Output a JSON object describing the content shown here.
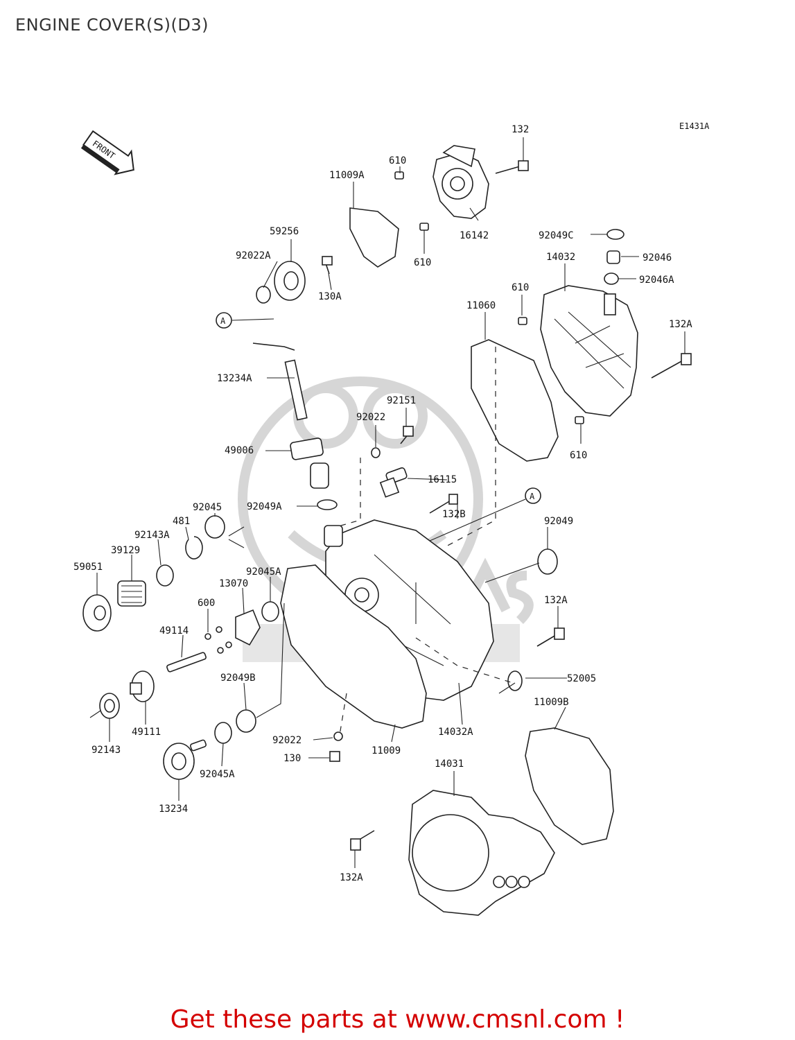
{
  "page": {
    "title": "ENGINE COVER(S)(D3)"
  },
  "diagram": {
    "ref_code": "E1431A",
    "front_label": "FRONT",
    "callout_a": "A",
    "parts": {
      "p132_top": "132",
      "p610_a": "610",
      "p11009A": "11009A",
      "p16142": "16142",
      "p610_b": "610",
      "p59256": "59256",
      "p92022A": "92022A",
      "p130A": "130A",
      "p92049C": "92049C",
      "p92046": "92046",
      "p92046A": "92046A",
      "p14032": "14032",
      "p610_c": "610",
      "p11060": "11060",
      "p132A_a": "132A",
      "p13234A": "13234A",
      "p92151": "92151",
      "p92022_a": "92022",
      "p49006": "49006",
      "p610_d": "610",
      "p16115": "16115",
      "p92045": "92045",
      "p92049A": "92049A",
      "p481": "481",
      "p92143A": "92143A",
      "p39129": "39129",
      "p132B": "132B",
      "p92049": "92049",
      "p59051": "59051",
      "p92045A_a": "92045A",
      "p13070": "13070",
      "p600": "600",
      "p132A_b": "132A",
      "p49114": "49114",
      "p92049B": "92049B",
      "p52005": "52005",
      "p11009B": "11009B",
      "p49111": "49111",
      "p92143": "92143",
      "p92022_b": "92022",
      "p11009": "11009",
      "p14032A": "14032A",
      "p130": "130",
      "p92045A_b": "92045A",
      "p14031": "14031",
      "p13234": "13234",
      "p132A_c": "132A"
    }
  },
  "promo": {
    "text": "Get these parts at www.cmsnl.com !",
    "color": "#d40000"
  }
}
